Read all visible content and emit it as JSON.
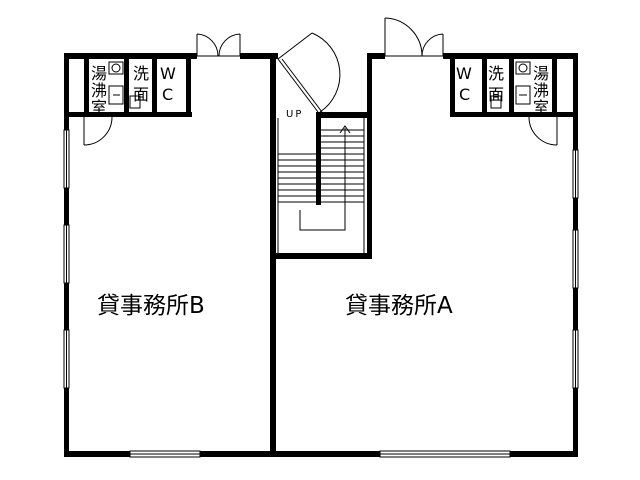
{
  "rooms": {
    "office_a": "貸事務所A",
    "office_b": "貸事務所B"
  },
  "left_unit": {
    "kitchenette": [
      "湯",
      "沸",
      "室"
    ],
    "washroom": [
      "洗",
      "面"
    ],
    "wc": [
      "W",
      "C"
    ]
  },
  "right_unit": {
    "wc": [
      "W",
      "C"
    ],
    "washroom": [
      "洗",
      "面"
    ],
    "kitchenette": [
      "湯",
      "沸",
      "室"
    ]
  },
  "stairs": {
    "direction_label": "UP"
  }
}
